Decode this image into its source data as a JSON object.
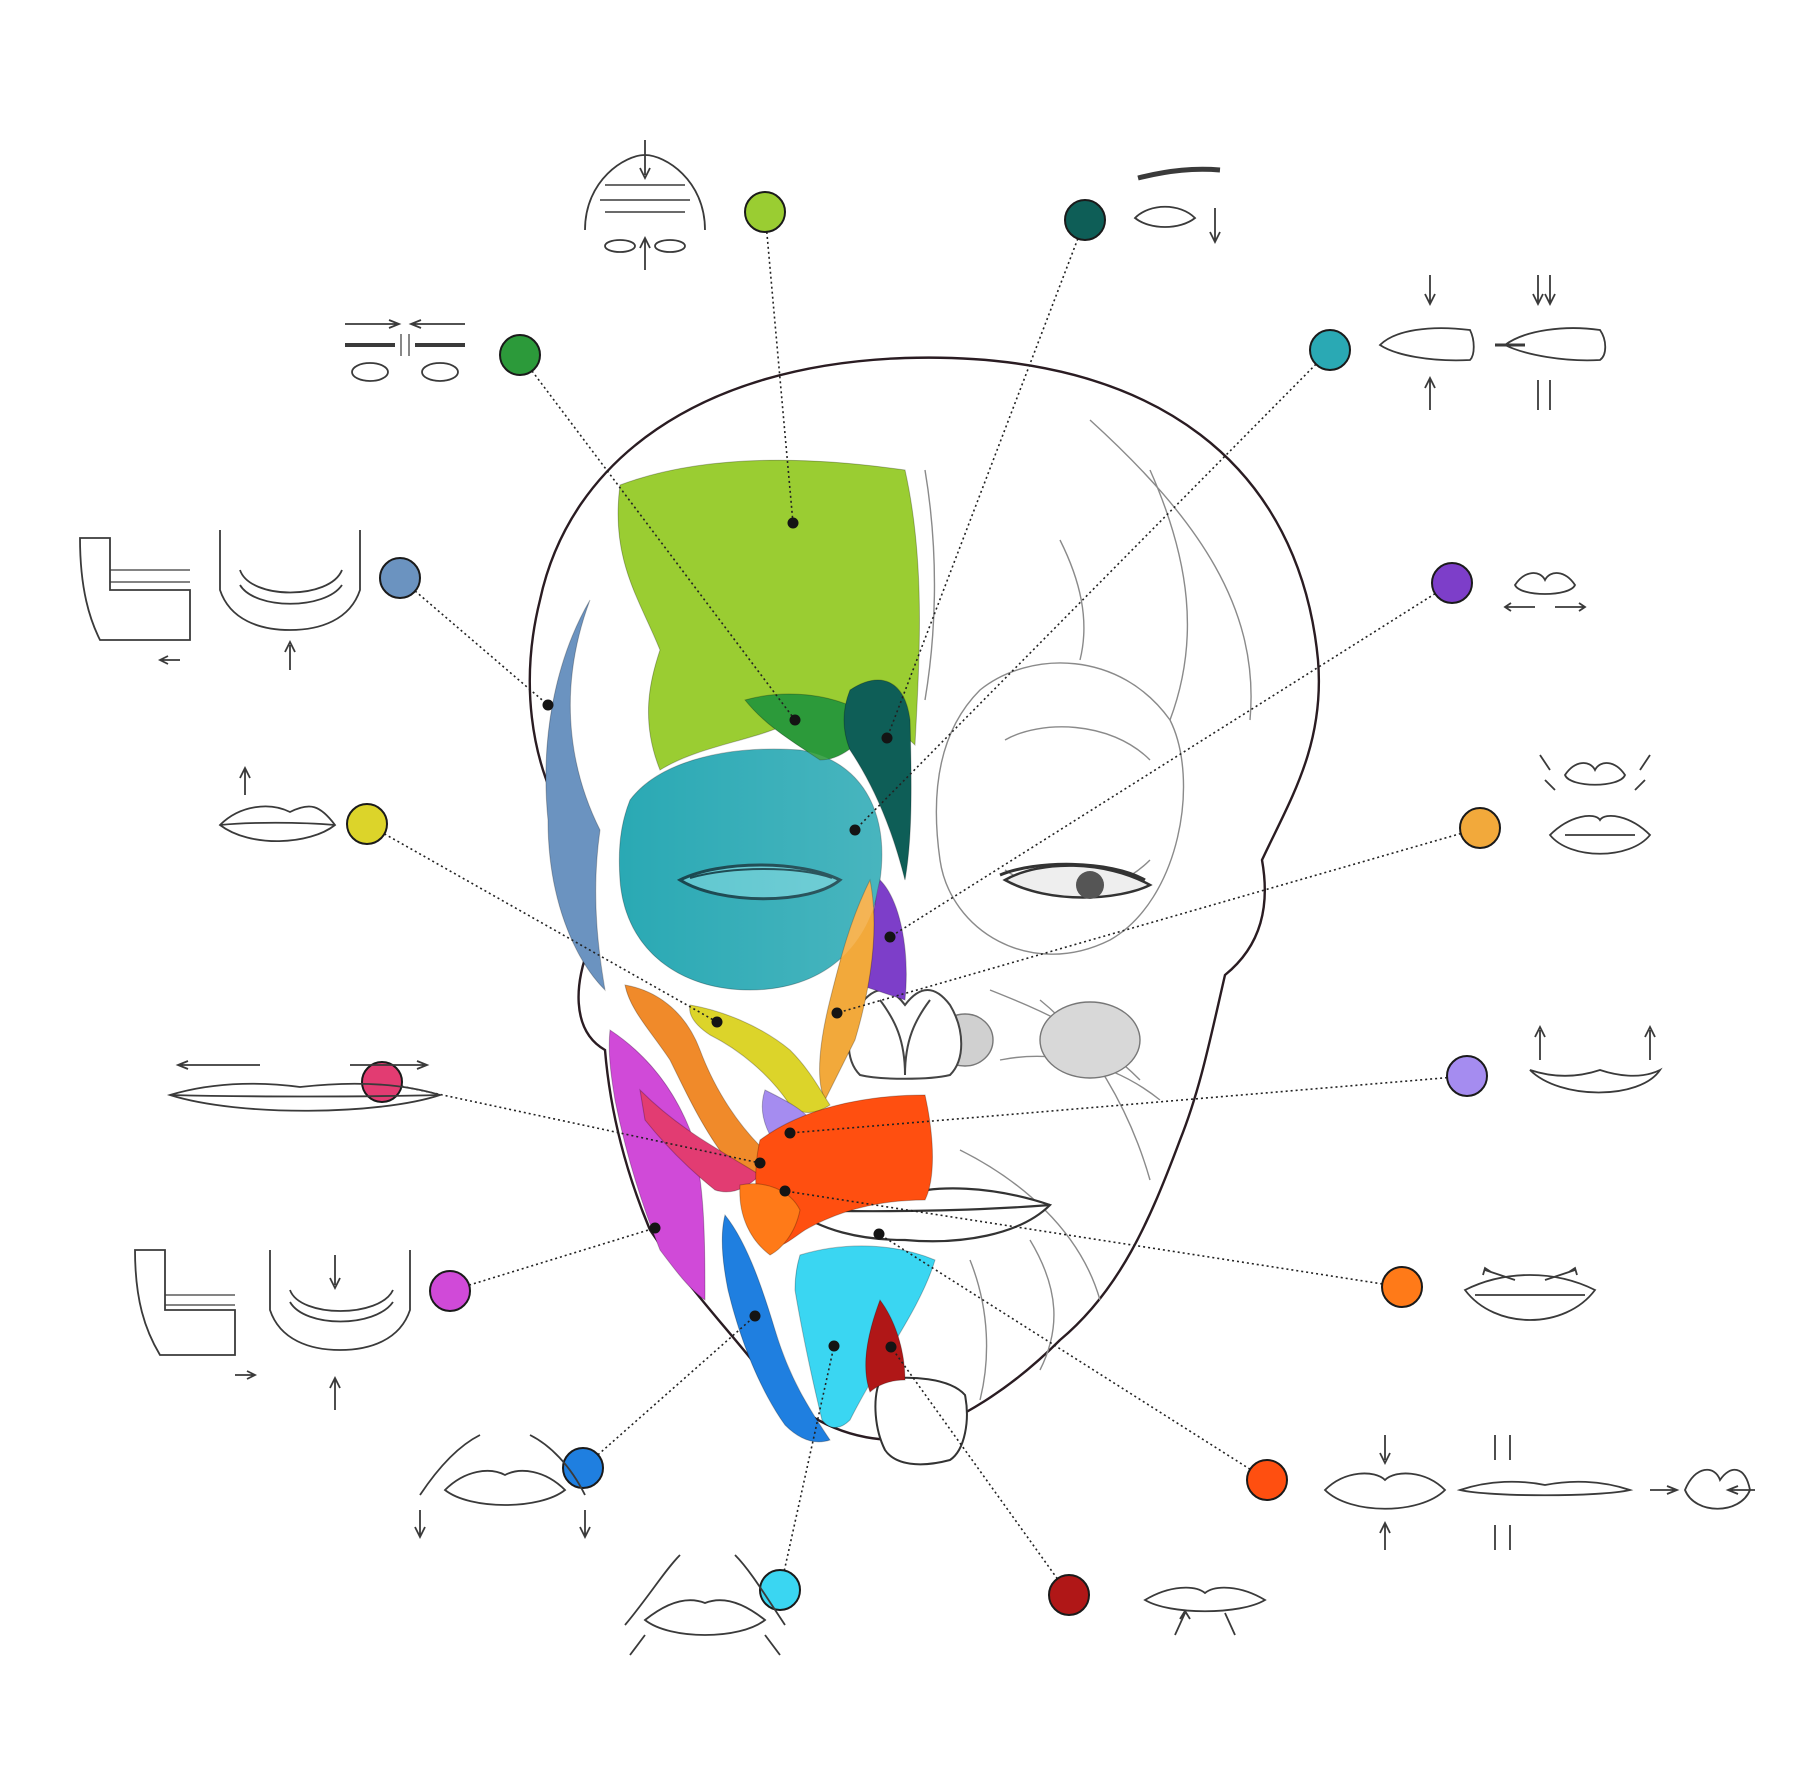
{
  "diagram": {
    "background": "#ffffff",
    "outline_color": "#2a1c22",
    "leader_color": "#222222",
    "muscles": [
      {
        "id": "frontalis",
        "color": "#9acd32"
      },
      {
        "id": "corrugator",
        "color": "#2c9a3a"
      },
      {
        "id": "procerus",
        "color": "#0e5e57"
      },
      {
        "id": "orbicularis-oculi",
        "color": "#2aa9b4"
      },
      {
        "id": "nasalis",
        "color": "#7d3ec9"
      },
      {
        "id": "levator-labii-alaeque",
        "color": "#f2a93b"
      },
      {
        "id": "levator-labii",
        "color": "#dcd42a"
      },
      {
        "id": "temporalis",
        "color": "#6b93c0"
      },
      {
        "id": "zygomaticus-major",
        "color": "#f08a2a"
      },
      {
        "id": "zygomaticus-minor",
        "color": "#e23c72"
      },
      {
        "id": "levator-anguli-oris",
        "color": "#a58cf0"
      },
      {
        "id": "masseter",
        "color": "#d04ad8"
      },
      {
        "id": "risorius",
        "color": "#ff7a18"
      },
      {
        "id": "orbicularis-oris",
        "color": "#ff4f10"
      },
      {
        "id": "depressor-anguli-oris",
        "color": "#1f7fe0"
      },
      {
        "id": "depressor-labii",
        "color": "#3ad6f2"
      },
      {
        "id": "mentalis",
        "color": "#b01717"
      }
    ],
    "callouts": [
      {
        "id": "frontalis",
        "icon": "raised-brow-icon"
      },
      {
        "id": "procerus",
        "icon": "lowered-brow-icon"
      },
      {
        "id": "corrugator",
        "icon": "frown-brow-icon"
      },
      {
        "id": "orbicularis-oculi",
        "icon": "eye-closing-icon"
      },
      {
        "id": "temporalis",
        "icon": "jaw-closing-icon"
      },
      {
        "id": "nasalis",
        "icon": "nostril-flare-icon"
      },
      {
        "id": "levator-labii",
        "icon": "lip-raise-icon"
      },
      {
        "id": "levator-labii-alaeque",
        "icon": "snarl-icon"
      },
      {
        "id": "levator-anguli-oris",
        "icon": "smile-corners-up-icon"
      },
      {
        "id": "zygomaticus-minor",
        "icon": "lips-stretch-icon"
      },
      {
        "id": "masseter",
        "icon": "jaw-clench-icon"
      },
      {
        "id": "risorius",
        "icon": "grin-icon"
      },
      {
        "id": "depressor-anguli-oris",
        "icon": "mouth-corners-down-icon"
      },
      {
        "id": "orbicularis-oris",
        "icon": "lip-pucker-icon"
      },
      {
        "id": "depressor-labii",
        "icon": "lower-lip-down-icon"
      },
      {
        "id": "mentalis",
        "icon": "chin-raise-icon"
      }
    ]
  }
}
